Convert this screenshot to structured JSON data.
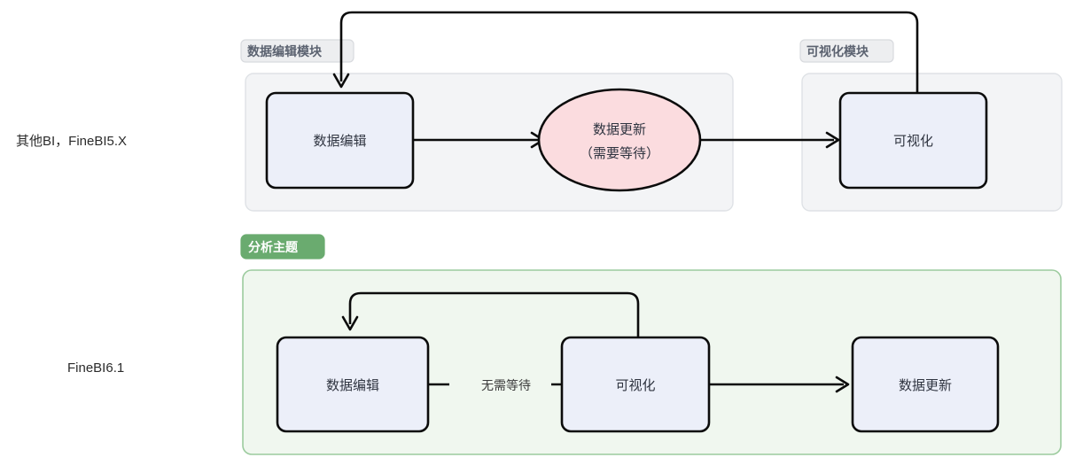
{
  "rows": [
    {
      "id": "legacy",
      "label": "其他BI，FineBI5.X"
    },
    {
      "id": "new",
      "label": "FineBI6.1"
    }
  ],
  "clusters": [
    {
      "id": "data-edit-module",
      "title": "数据编辑模块",
      "style": "gray"
    },
    {
      "id": "visualization-module",
      "title": "可视化模块",
      "style": "gray"
    },
    {
      "id": "analysis-subject",
      "title": "分析主题",
      "style": "green"
    }
  ],
  "nodes": {
    "legacy_edit": "数据编辑",
    "legacy_update_line1": "数据更新",
    "legacy_update_line2": "（需要等待）",
    "legacy_visual": "可视化",
    "new_edit": "数据编辑",
    "new_visual": "可视化",
    "new_update": "数据更新"
  },
  "edges": {
    "new_edit_to_visual_label": "无需等待"
  },
  "colors": {
    "node_fill": "#eceff9",
    "node_stroke": "#0b0b0b",
    "wait_node_fill": "#fbdcdf",
    "cluster_gray_fill": "#f3f4f6",
    "cluster_gray_stroke": "#dfe2e6",
    "cluster_green_fill": "#f0f7ef",
    "cluster_green_stroke": "#9ccb9e",
    "pill_green_fill": "#6aab6f",
    "pill_gray_fill": "#edeef0",
    "text": "#2f3440",
    "background": "#ffffff"
  }
}
